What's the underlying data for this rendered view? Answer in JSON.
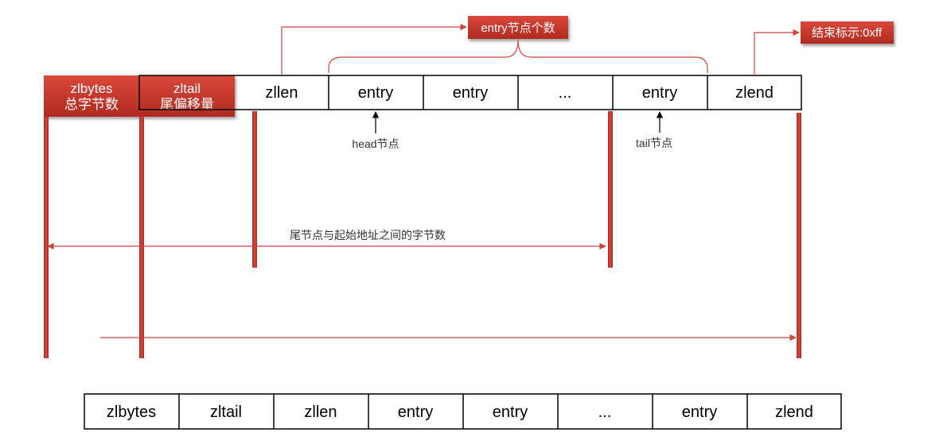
{
  "top_row": {
    "header_boxes": [
      {
        "line1": "zlbytes",
        "line2": "总字节数"
      },
      {
        "line1": "zltail",
        "line2": "尾偏移量"
      }
    ],
    "cells": [
      "zllen",
      "entry",
      "entry",
      "...",
      "entry",
      "zlend"
    ]
  },
  "callouts": {
    "entry_count": "entry节点个数",
    "end_marker": "结束标示:0xff"
  },
  "pointers": {
    "head": "head节点",
    "tail": "tail节点"
  },
  "span_label": "尾节点与起始地址之间的字节数",
  "bottom_row": {
    "cells": [
      "zlbytes",
      "zltail",
      "zllen",
      "entry",
      "entry",
      "...",
      "entry",
      "zlend"
    ]
  },
  "colors": {
    "accent": "#c0392b",
    "accent_dark": "#a52a22",
    "line": "#c9463d",
    "border": "#000000",
    "text": "#000000",
    "caption": "#333333"
  }
}
